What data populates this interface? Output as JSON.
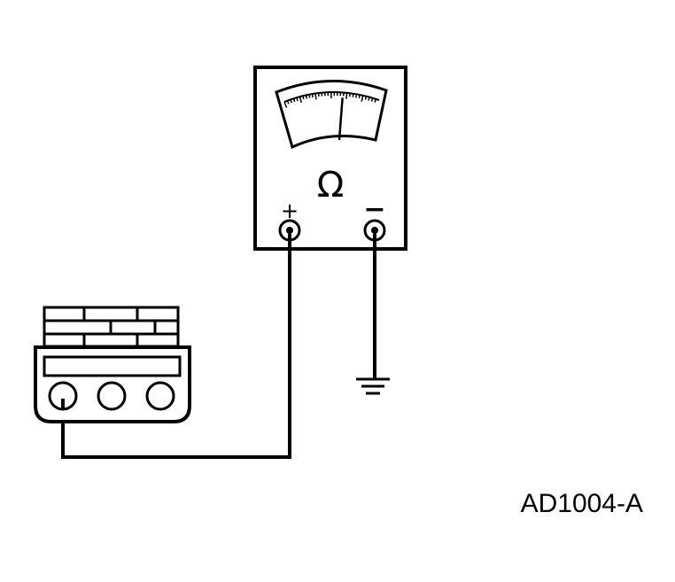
{
  "figure": {
    "id_label": "AD1004-A"
  },
  "meter": {
    "unit_symbol": "Ω",
    "positive_symbol": "+",
    "negative_symbol": "−",
    "needle_position": 0.62
  },
  "connector": {
    "pin_count": 3
  },
  "colors": {
    "ink": "#000000",
    "paper": "#ffffff"
  }
}
